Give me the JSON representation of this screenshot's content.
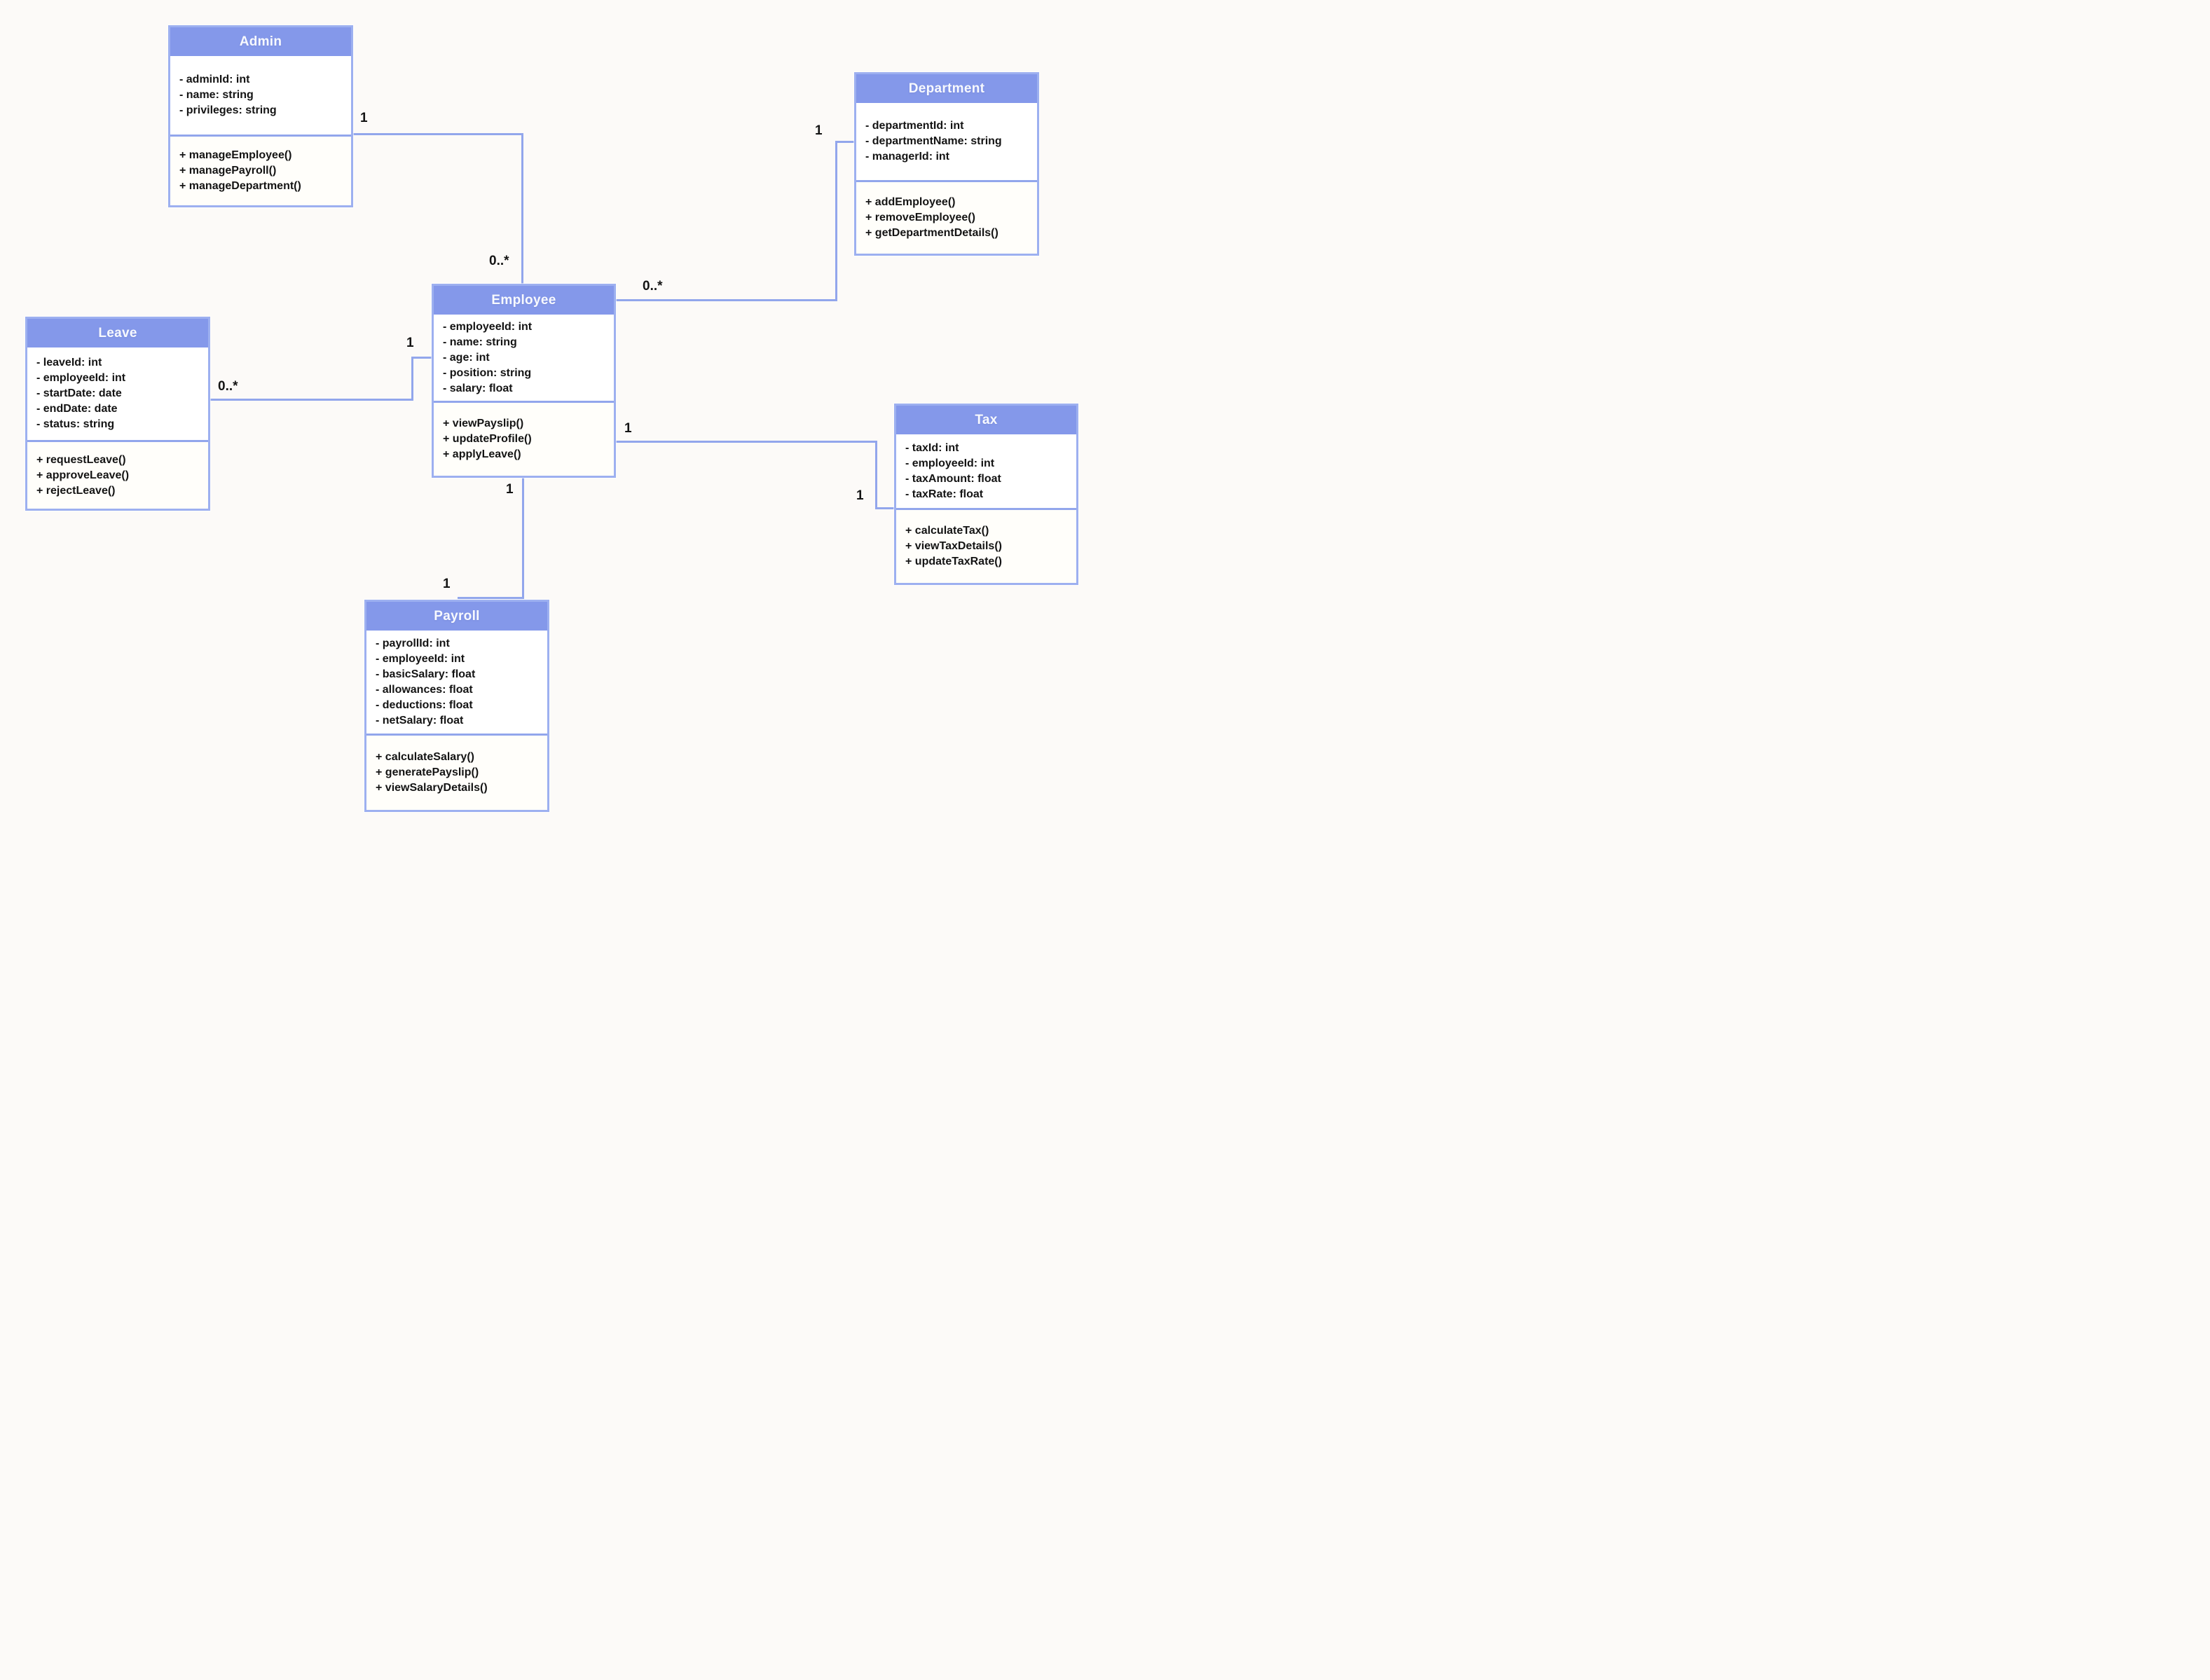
{
  "diagram": {
    "type": "uml-class-diagram",
    "colors": {
      "header_fill": "#8498EA",
      "box_border": "#9DB0F0",
      "connector_line": "#92A6EC",
      "title_text": "#F7F9FE",
      "member_text": "#141414",
      "background": "#FCFAF8"
    },
    "classes": [
      {
        "name": "Admin",
        "attributes": [
          "- adminId: int",
          "- name: string",
          "- privileges: string"
        ],
        "methods": [
          "+ manageEmployee()",
          "+ managePayroll()",
          "+ manageDepartment()"
        ]
      },
      {
        "name": "Department",
        "attributes": [
          "- departmentId: int",
          "- departmentName: string",
          "- managerId: int"
        ],
        "methods": [
          "+ addEmployee()",
          "+ removeEmployee()",
          "+ getDepartmentDetails()"
        ]
      },
      {
        "name": "Employee",
        "attributes": [
          "- employeeId: int",
          "- name: string",
          "- age: int",
          "- position: string",
          "- salary: float"
        ],
        "methods": [
          "+ viewPayslip()",
          "+ updateProfile()",
          "+ applyLeave()"
        ]
      },
      {
        "name": "Leave",
        "attributes": [
          "- leaveId: int",
          "- employeeId: int",
          "- startDate: date",
          "- endDate: date",
          "- status: string"
        ],
        "methods": [
          "+ requestLeave()",
          "+ approveLeave()",
          "+ rejectLeave()"
        ]
      },
      {
        "name": "Tax",
        "attributes": [
          "- taxId: int",
          "- employeeId: int",
          "- taxAmount: float",
          "- taxRate: float"
        ],
        "methods": [
          "+ calculateTax()",
          "+ viewTaxDetails()",
          "+ updateTaxRate()"
        ]
      },
      {
        "name": "Payroll",
        "attributes": [
          "- payrollId: int",
          "- employeeId: int",
          "- basicSalary: float",
          "- allowances: float",
          "- deductions: float",
          "- netSalary: float"
        ],
        "methods": [
          "+ calculateSalary()",
          "+ generatePayslip()",
          "+ viewSalaryDetails()"
        ]
      }
    ],
    "associations": [
      {
        "a": "Admin",
        "a_multiplicity": "1",
        "b": "Employee",
        "b_multiplicity": "0..*"
      },
      {
        "a": "Department",
        "a_multiplicity": "1",
        "b": "Employee",
        "b_multiplicity": "0..*"
      },
      {
        "a": "Leave",
        "a_multiplicity": "0..*",
        "b": "Employee",
        "b_multiplicity": "1"
      },
      {
        "a": "Employee",
        "a_multiplicity": "1",
        "b": "Tax",
        "b_multiplicity": "1"
      },
      {
        "a": "Employee",
        "a_multiplicity": "1",
        "b": "Payroll",
        "b_multiplicity": "1"
      }
    ]
  }
}
